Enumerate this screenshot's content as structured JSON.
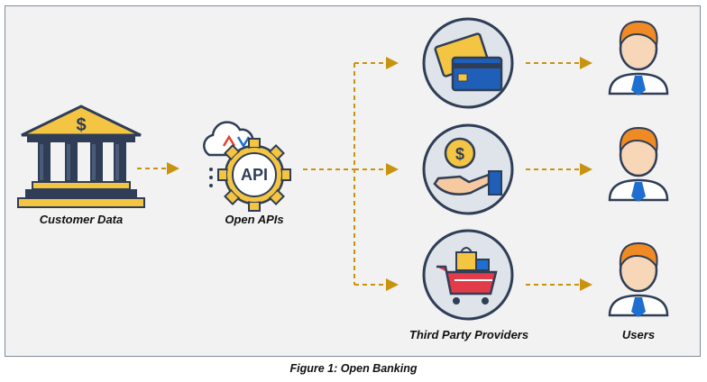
{
  "labels": {
    "customer_data": "Customer Data",
    "open_apis": "Open APIs",
    "api_badge": "API",
    "third_party_providers": "Third Party Providers",
    "users": "Users"
  },
  "caption": "Figure 1: Open Banking",
  "colors": {
    "background": "#f2f2f2",
    "border": "#7f8c9a",
    "connector": "#c8930f",
    "bank_body": "#2f3e56",
    "bank_roof": "#f4c542",
    "circle_fill": "#dfe3ea",
    "circle_stroke": "#2f3e56",
    "gear": "#f4c542",
    "user_hair": "#f08a24",
    "user_tie": "#1f6fd1"
  },
  "icons": [
    "bank-icon",
    "cloud-api-icon",
    "credit-card-icon",
    "money-hand-icon",
    "shopping-cart-icon",
    "user-icon"
  ]
}
